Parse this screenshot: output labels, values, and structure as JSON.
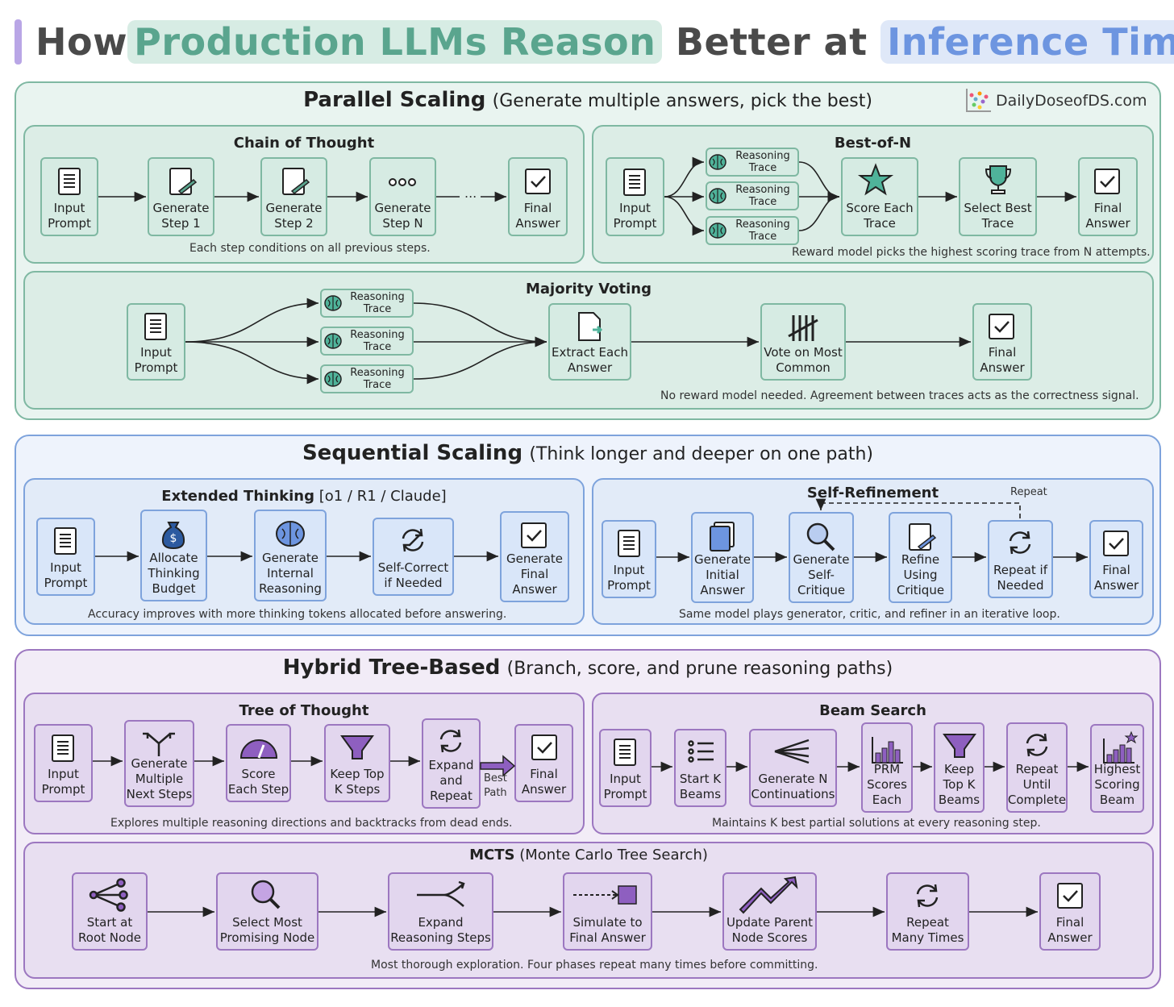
{
  "title": {
    "part1": "How ",
    "part2": "Production LLMs Reason",
    "part3": " Better at ",
    "part4": "Inference Time"
  },
  "logo": "DailyDoseofDS.com",
  "colors": {
    "green": "#5aa58e",
    "blue": "#6d95e0",
    "purple": "#9c77c0"
  },
  "parallel": {
    "title": "Parallel Scaling",
    "subtitle": "(Generate multiple answers, pick the best)",
    "cot": {
      "title": "Chain of Thought",
      "caption": "Each step conditions on all previous steps.",
      "nodes": [
        "Input\nPrompt",
        "Generate\nStep 1",
        "Generate\nStep 2",
        "Generate\nStep N",
        "Final\nAnswer"
      ],
      "ellipsis": "..."
    },
    "bon": {
      "title": "Best-of-N",
      "caption": "Reward model picks the highest scoring trace from N attempts.",
      "input": "Input\nPrompt",
      "traces": [
        "Reasoning\nTrace",
        "Reasoning\nTrace",
        "Reasoning\nTrace"
      ],
      "score": "Score Each\nTrace",
      "select": "Select Best\nTrace",
      "final": "Final\nAnswer"
    },
    "mv": {
      "title": "Majority Voting",
      "caption": "No reward model needed. Agreement between traces acts as the correctness signal.",
      "input": "Input\nPrompt",
      "traces": [
        "Reasoning\nTrace",
        "Reasoning\nTrace",
        "Reasoning\nTrace"
      ],
      "extract": "Extract Each\nAnswer",
      "vote": "Vote on Most\nCommon",
      "final": "Final\nAnswer"
    }
  },
  "sequential": {
    "title": "Sequential Scaling",
    "subtitle": "(Think longer and deeper on one path)",
    "ext": {
      "title": "Extended Thinking",
      "title_sub": " [o1 / R1 / Claude]",
      "caption": "Accuracy improves with more thinking tokens allocated before answering.",
      "nodes": [
        "Input\nPrompt",
        "Allocate\nThinking\nBudget",
        "Generate\nInternal\nReasoning",
        "Self-Correct\nif Needed",
        "Generate\nFinal\nAnswer"
      ]
    },
    "ref": {
      "title": "Self-Refinement",
      "repeat_label": "Repeat",
      "caption": "Same model plays generator, critic, and refiner in an iterative loop.",
      "nodes": [
        "Input\nPrompt",
        "Generate\nInitial\nAnswer",
        "Generate\nSelf-\nCritique",
        "Refine\nUsing\nCritique",
        "Repeat if\nNeeded",
        "Final\nAnswer"
      ]
    }
  },
  "hybrid": {
    "title": "Hybrid Tree-Based",
    "subtitle": "(Branch, score, and prune reasoning paths)",
    "tot": {
      "title": "Tree of Thought",
      "caption": "Explores multiple reasoning directions and backtracks from dead ends.",
      "nodes": [
        "Input\nPrompt",
        "Generate\nMultiple\nNext Steps",
        "Score\nEach Step",
        "Keep Top\nK Steps",
        "Expand\nand\nRepeat",
        "Final\nAnswer"
      ],
      "best_path": "Best\nPath"
    },
    "beam": {
      "title": "Beam Search",
      "caption": "Maintains K best partial solutions at every reasoning step.",
      "nodes": [
        "Input\nPrompt",
        "Start K\nBeams",
        "Generate N\nContinuations",
        "PRM\nScores\nEach",
        "Keep\nTop K\nBeams",
        "Repeat\nUntil\nComplete",
        "Highest\nScoring\nBeam"
      ]
    },
    "mcts": {
      "title": "MCTS",
      "title_sub": " (Monte Carlo Tree Search)",
      "caption": "Most thorough exploration. Four phases repeat many times before committing.",
      "nodes": [
        "Start at\nRoot Node",
        "Select Most\nPromising Node",
        "Expand\nReasoning Steps",
        "Simulate to\nFinal Answer",
        "Update Parent\nNode Scores",
        "Repeat\nMany Times",
        "Final\nAnswer"
      ]
    }
  }
}
